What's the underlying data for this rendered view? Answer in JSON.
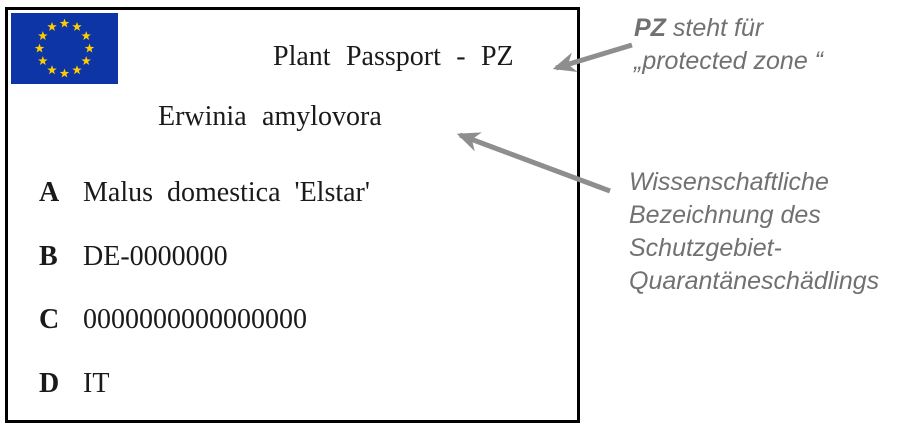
{
  "passport": {
    "title": "Plant Passport - PZ",
    "pest_name": "Erwinia amylovora",
    "rows": [
      {
        "letter": "A",
        "value": "Malus domestica 'Elstar'"
      },
      {
        "letter": "B",
        "value": "DE-0000000"
      },
      {
        "letter": "C",
        "value": "0000000000000000"
      },
      {
        "letter": "D",
        "value": "IT"
      }
    ]
  },
  "annotations": {
    "pz_note": {
      "term": "PZ",
      "line1_rest": " steht für",
      "line2": "„protected zone “"
    },
    "pest_note": {
      "line1": "Wissenschaftliche",
      "line2": "Bezeichnung des",
      "line3": "Schutzgebiet-",
      "line4": "Quarantäneschädlings"
    }
  },
  "colors": {
    "border": "#000000",
    "flag_blue": "#0d35a5",
    "flag_yellow": "#ffcc00",
    "annotation_text": "#717171",
    "arrow_gray": "#8e8e8e"
  }
}
